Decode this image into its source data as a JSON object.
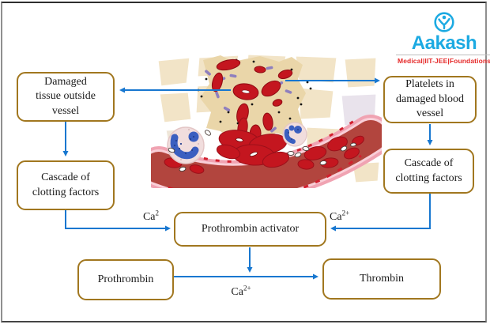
{
  "logo": {
    "name": "Aakash",
    "tagline": "Medical|IIT-JEE|Foundations"
  },
  "diagram": {
    "boxes": {
      "damaged_tissue": "Damaged\ntissue outside\nvessel",
      "platelets": "Platelets in\ndamaged blood\nvessel",
      "cascade_left": "Cascade of\nclotting factors",
      "cascade_right": "Cascade of\nclotting factors",
      "activator": "Prothrombin activator",
      "prothrombin": "Prothrombin",
      "thrombin": "Thrombin"
    },
    "labels": {
      "ca_left": {
        "base": "Ca",
        "sup": "2"
      },
      "ca_right": {
        "base": "Ca",
        "sup": "2+"
      },
      "ca_bottom": {
        "base": "Ca",
        "sup": "2+"
      }
    },
    "colors": {
      "box_border": "#a1771f",
      "arrow_blue": "#1777d0",
      "logo_blue": "#1caae2",
      "logo_red": "#e52a2a"
    }
  }
}
